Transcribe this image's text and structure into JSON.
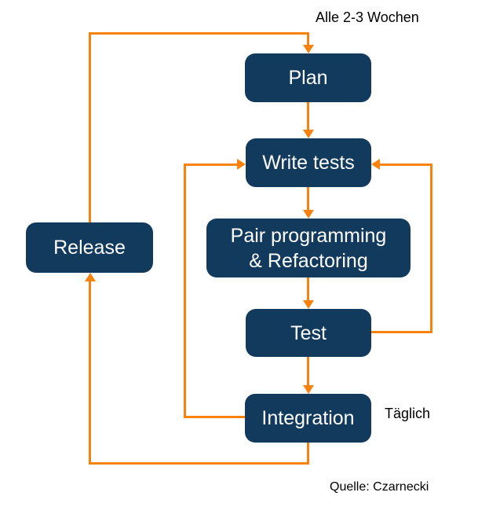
{
  "colors": {
    "node_fill": "#113A5D",
    "node_text": "#FFFFFF",
    "arrow": "#F8820E",
    "label_text": "#000000",
    "background": "#FFFFFF"
  },
  "nodes": {
    "plan": {
      "label": "Plan"
    },
    "write_tests": {
      "label": "Write tests"
    },
    "pair": {
      "line1": "Pair programming",
      "line2": "& Refactoring"
    },
    "test": {
      "label": "Test"
    },
    "integration": {
      "label": "Integration"
    },
    "release": {
      "label": "Release"
    }
  },
  "annotations": {
    "cycle": "Alle 2-3 Wochen",
    "daily": "Täglich",
    "source": "Quelle: Czarnecki"
  }
}
